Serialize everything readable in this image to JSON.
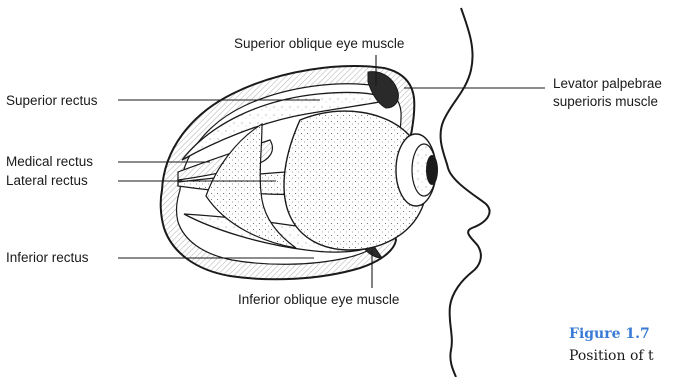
{
  "labels": {
    "superior_oblique": "Superior oblique eye muscle",
    "superior_rectus": "Superior rectus",
    "levator_line1": "Levator palpebrae",
    "levator_line2": "superioris muscle",
    "medical_rectus": "Medical rectus",
    "lateral_rectus": "Lateral rectus",
    "inferior_rectus": "Inferior rectus",
    "inferior_oblique": "Inferior oblique eye muscle"
  },
  "figure": {
    "number": "Figure 1.7",
    "caption_visible": "Position of t"
  },
  "colors": {
    "ink": "#1a1a1a",
    "accent": "#3a7bd5",
    "hatch": "#c8c8c8"
  }
}
